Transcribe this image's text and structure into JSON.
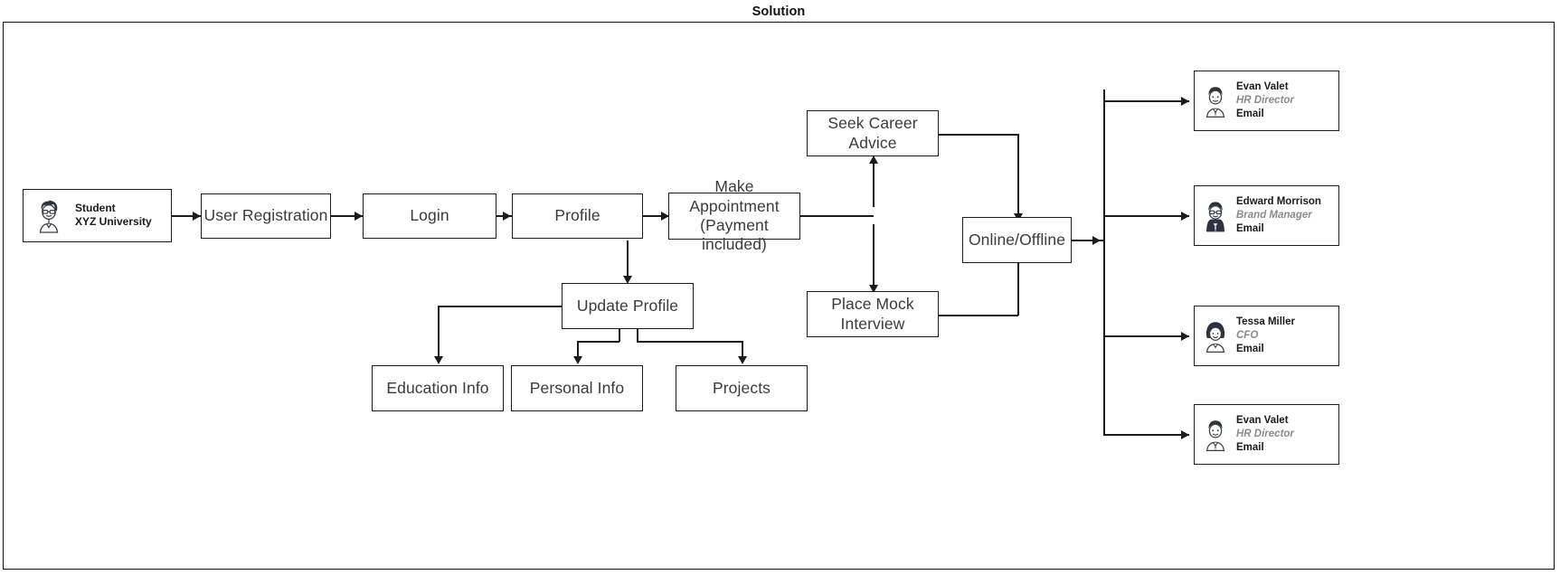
{
  "diagram": {
    "title": "Solution",
    "actor": {
      "icon": "student-avatar-icon",
      "name": "Student",
      "organization": "XYZ University"
    },
    "nodes": {
      "user_registration": "User Registration",
      "login": "Login",
      "profile": "Profile",
      "make_appointment_line1": "Make Appointment",
      "make_appointment_line2": "(Payment included)",
      "update_profile": "Update Profile",
      "education_info": "Education Info",
      "personal_info": "Personal Info",
      "projects": "Projects",
      "seek_career_advice_line1": "Seek Career",
      "seek_career_advice_line2": "Advice",
      "place_mock_interview_line1": "Place Mock",
      "place_mock_interview_line2": "Interview",
      "online_offline": "Online/Offline"
    },
    "contacts": [
      {
        "icon": "person-avatar-icon",
        "name": "Evan Valet",
        "role": "HR Director",
        "email_label": "Email"
      },
      {
        "icon": "person-avatar-icon",
        "name": "Edward Morrison",
        "role": "Brand Manager",
        "email_label": "Email"
      },
      {
        "icon": "person-avatar-icon",
        "name": "Tessa Miller",
        "role": "CFO",
        "email_label": "Email"
      },
      {
        "icon": "person-avatar-icon",
        "name": "Evan Valet",
        "role": "HR Director",
        "email_label": "Email"
      }
    ],
    "colors": {
      "stroke": "#1c1c1c",
      "node_text": "#3b3b3b",
      "role_text": "#8b8b8b",
      "background": "#ffffff"
    }
  }
}
